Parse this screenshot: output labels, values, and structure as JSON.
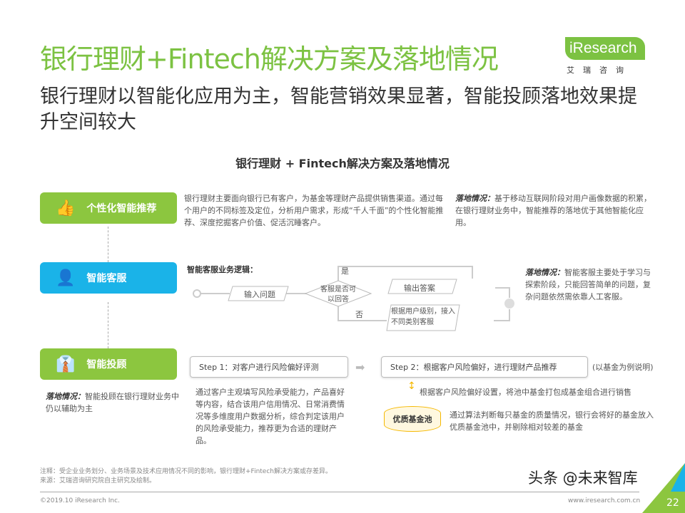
{
  "header": {
    "title": "银行理财+Fintech解决方案及落地情况",
    "subtitle": "银行理财以智能化应用为主，智能营销效果显著，智能投顾落地效果提升空间较大",
    "logo": "iResearch",
    "logo_sub": "艾瑞咨询"
  },
  "figure_title": "银行理财 + Fintech解决方案及落地情况",
  "colors": {
    "green": "#8cc63f",
    "blue": "#1ab3e8",
    "title": "#7cc242"
  },
  "sections": [
    {
      "label": "个性化智能推荐",
      "icon": "thumbs-up-icon",
      "desc": "银行理财主要面向银行已有客户，为基金等理财产品提供销售渠道。通过每个用户的不同标签及定位，分析用户需求，形成“千人千面”的个性化智能推荐、深度挖掘客户价值、促活沉睡客户。",
      "status_label": "落地情况：",
      "status": "基于移动互联网阶段对用户画像数据的积累，在银行理财业务中，智能推荐的落地优于其他智能化应用。"
    },
    {
      "label": "智能客服",
      "icon": "user-icon",
      "flow_title": "智能客服业务逻辑：",
      "flow": {
        "input": "输入问题",
        "decision": "客服是否可以回答",
        "yes": "是",
        "no": "否",
        "output": "输出答案",
        "route": "根据用户级别，接入不同类别客服"
      },
      "status_label": "落地情况：",
      "status": "智能客服主要处于学习与探索阶段，只能回答简单的问题，复杂问题依然需依靠人工客服。"
    },
    {
      "label": "智能投顾",
      "icon": "advisor-icon",
      "status_label": "落地情况：",
      "status": "智能投顾在银行理财业务中仍以辅助为主",
      "step1": "Step 1：对客户进行风险偏好评测",
      "step1_desc": "通过客户主观填写风险承受能力，产品喜好等内容，结合该用户信用情况、日常消费情况等多维度用户数据分析，综合判定该用户的风险承受能力，推荐更为合适的理财产品。",
      "step2": "Step 2：根据客户风险偏好，进行理财产品推荐",
      "step2_note": "(以基金为例说明)",
      "step2_desc": "根据客户风险偏好设置，将池中基金打包成基金组合进行销售",
      "pool": "优质基金池",
      "pool_desc": "通过算法判断每只基金的质量情况，银行会将好的基金放入优质基金池中，并剔除相对较差的基金"
    }
  ],
  "footer": {
    "note": "注释：受企业业务划分、业务场景及技术应用情况不同的影响，银行理财+Fintech解决方案或存差异。",
    "source": "来源：艾瑞咨询研究院自主研究及绘制。",
    "copyright": "©2019.10 iResearch Inc.",
    "url": "www.iresearch.com.cn",
    "page": "22",
    "watermark": "头条 @未来智库"
  }
}
